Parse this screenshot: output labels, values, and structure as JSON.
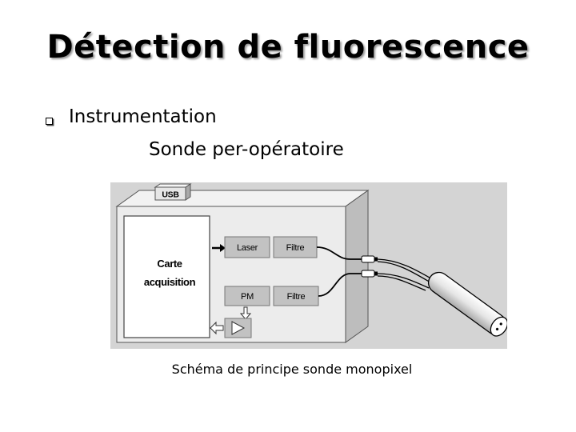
{
  "slide": {
    "title": "Détection de fluorescence",
    "bullet": "Instrumentation",
    "subheading": "Sonde per-opératoire",
    "caption": "Schéma de principe sonde monopixel"
  },
  "diagram": {
    "usb_label": "USB",
    "board_label_line1": "Carte",
    "board_label_line2": "acquisition",
    "laser_label": "Laser",
    "filter_top_label": "Filtre",
    "pm_label": "PM",
    "filter_bottom_label": "Filtre"
  },
  "colors": {
    "diagram_background": "#d4d4d4",
    "box_fill": "#ececec",
    "module_fill": "#c2c2c2"
  }
}
